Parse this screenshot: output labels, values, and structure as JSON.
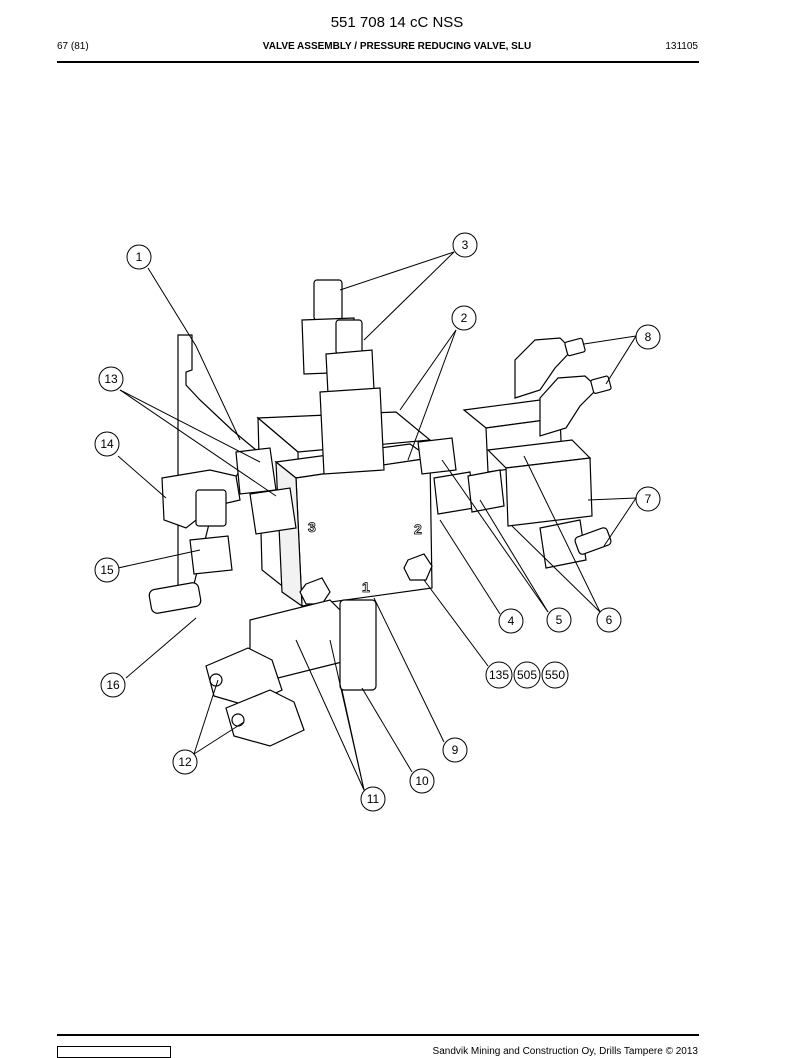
{
  "header": {
    "doc_number": "551 708 14 cC NSS",
    "page": "67 (81)",
    "title": "VALVE ASSEMBLY / PRESSURE REDUCING VALVE, SLU",
    "date_code": "131105"
  },
  "drawing": {
    "block_marks": [
      "3",
      "2",
      "1"
    ],
    "callouts": [
      "1",
      "2",
      "3",
      "4",
      "5",
      "6",
      "7",
      "8",
      "9",
      "10",
      "11",
      "12",
      "13",
      "14",
      "15",
      "16",
      "135",
      "505",
      "550"
    ]
  },
  "footer": {
    "copyright": "Sandvik Mining and Construction Oy, Drills Tampere © 2013"
  }
}
